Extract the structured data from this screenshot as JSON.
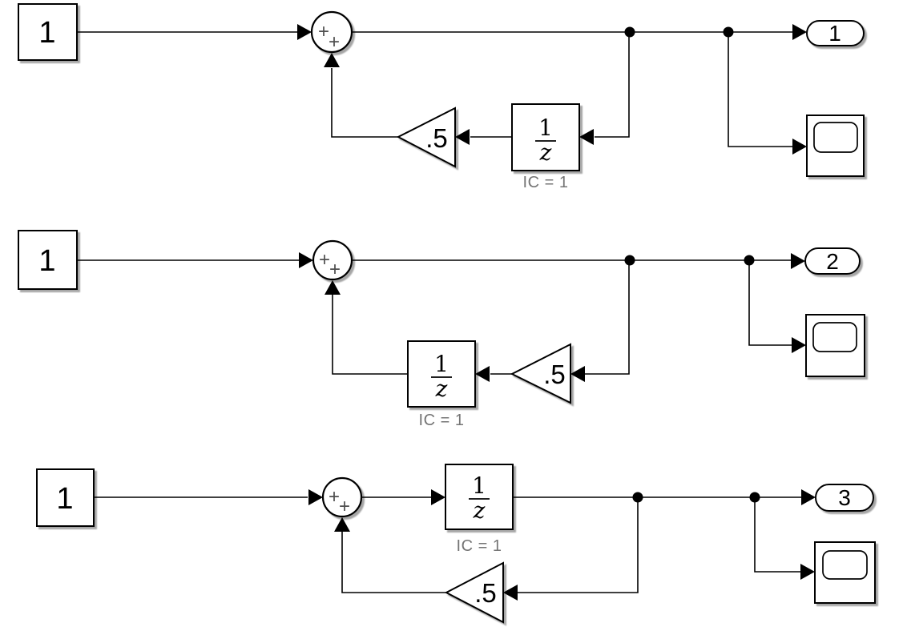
{
  "colors": {
    "background": "#ffffff",
    "line": "#000000",
    "block_fill": "#ffffff",
    "block_border": "#000000",
    "annotation_text": "#757575",
    "sum_sign_text": "#4f4f4f",
    "shadow": "#a0a0a0"
  },
  "icons": {
    "scope_screen": "rounded-rect-display",
    "arrowhead": "solid-triangle",
    "branch_dot": "filled-circle"
  },
  "diagrams": [
    {
      "id": "loop-1",
      "constant": {
        "value": "1"
      },
      "sum": {
        "sign_top": "+",
        "sign_bottom": "+"
      },
      "unit_delay": {
        "numerator": "1",
        "denominator": "z",
        "name": "IC = 1"
      },
      "gain": {
        "value": ".5"
      },
      "outport": {
        "value": "1"
      }
    },
    {
      "id": "loop-2",
      "constant": {
        "value": "1"
      },
      "sum": {
        "sign_top": "+",
        "sign_bottom": "+"
      },
      "unit_delay": {
        "numerator": "1",
        "denominator": "z",
        "name": "IC = 1"
      },
      "gain": {
        "value": ".5"
      },
      "outport": {
        "value": "2"
      }
    },
    {
      "id": "loop-3",
      "constant": {
        "value": "1"
      },
      "sum": {
        "sign_top": "+",
        "sign_bottom": "+"
      },
      "unit_delay": {
        "numerator": "1",
        "denominator": "z",
        "name": "IC = 1"
      },
      "gain": {
        "value": ".5"
      },
      "outport": {
        "value": "3"
      }
    }
  ]
}
